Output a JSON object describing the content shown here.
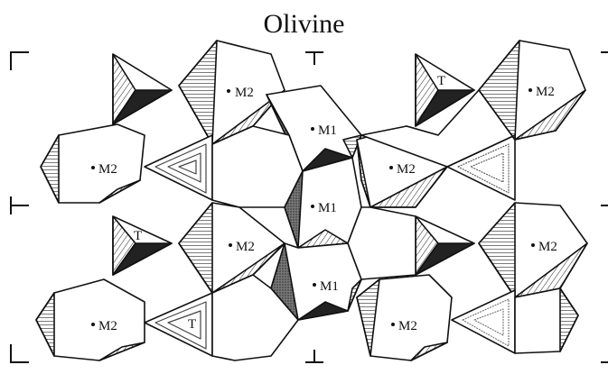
{
  "title": "Olivine",
  "colors": {
    "ink": "#111111",
    "dark": "#2a2a2a",
    "mid": "#8a8a8a",
    "paper": "#ffffff"
  },
  "labels": {
    "m2": "M2",
    "m1": "M1",
    "t": "T"
  }
}
